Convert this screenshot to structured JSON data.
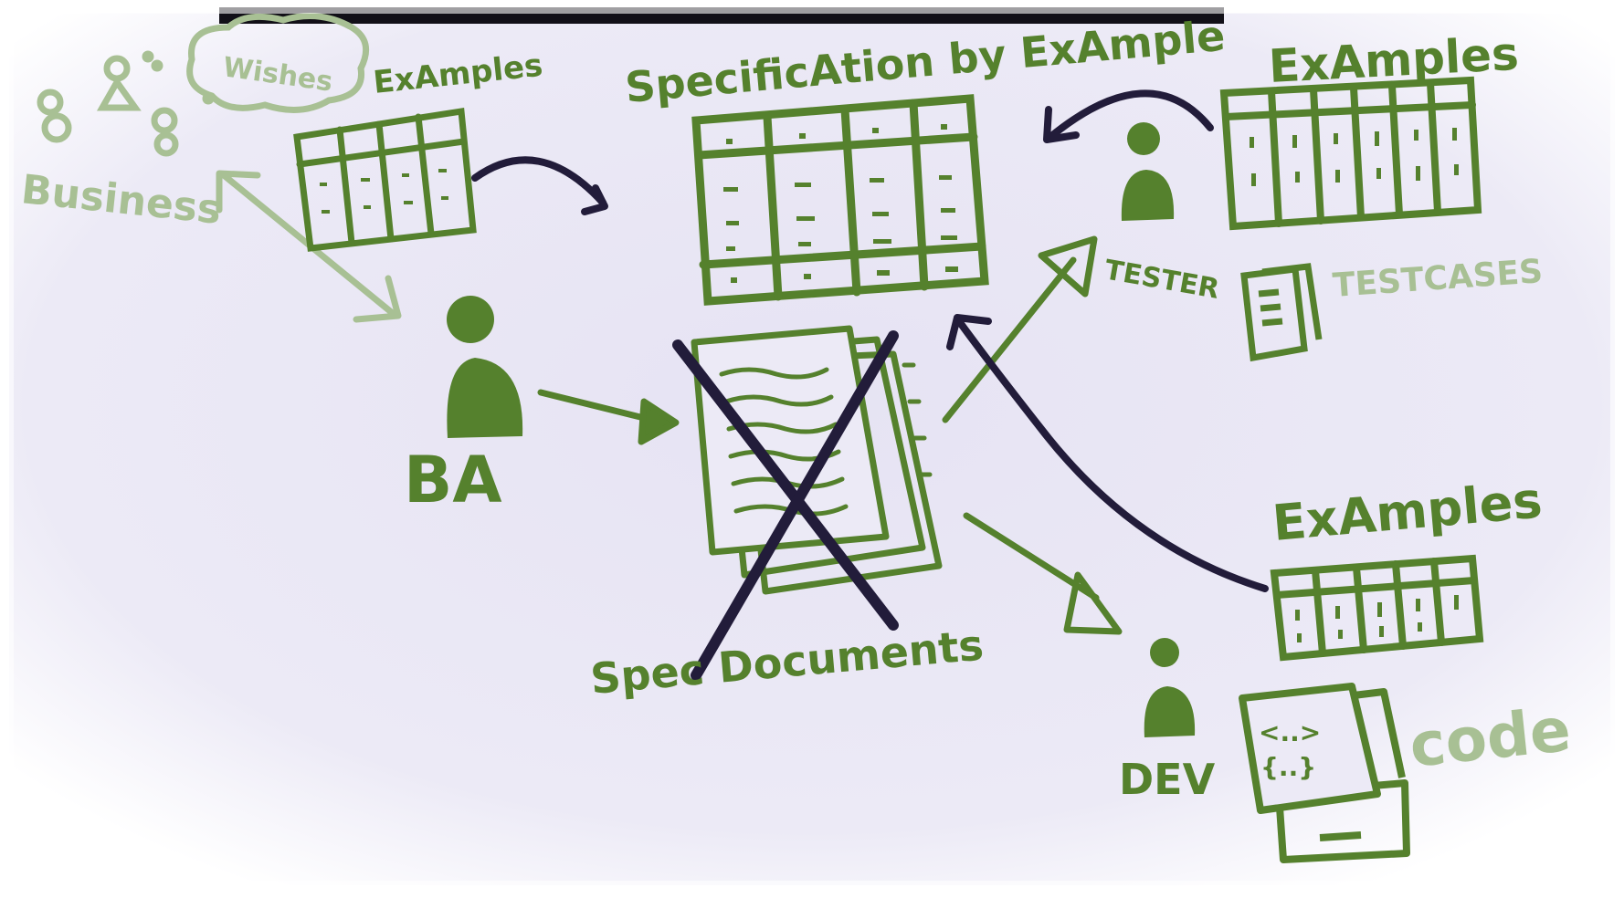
{
  "labels": {
    "wishes": "Wishes",
    "business": "Business",
    "examples_business": "ExAmples",
    "title": "SpecificAtion by ExAmple",
    "examples_tester": "ExAmples",
    "tester": "TESTER",
    "test_cases": "TESTCASES",
    "ba": "BA",
    "spec_documents": "Spec Documents",
    "examples_dev": "ExAmples",
    "dev": "DEV",
    "code": "code",
    "code_line1": "<..>",
    "code_line2": "{..}"
  },
  "colors": {
    "paper": "#eceaf6",
    "ink_green": "#55812d",
    "ink_faded": "#a8c094",
    "ink_dark": "#221c3a"
  }
}
